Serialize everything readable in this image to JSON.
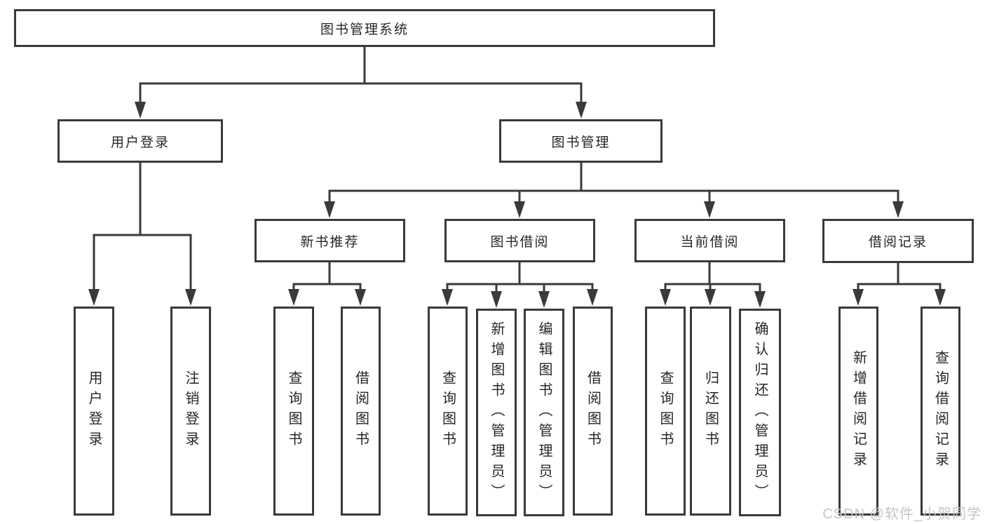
{
  "diagram": {
    "root": "图书管理系统",
    "user_login": {
      "label": "用户登录",
      "leaves": [
        "用户登录",
        "注销登录"
      ]
    },
    "book_mgmt": {
      "label": "图书管理",
      "groups": [
        {
          "label": "新书推荐",
          "leaves": [
            "查询图书",
            "借阅图书"
          ]
        },
        {
          "label": "图书借阅",
          "leaves": [
            "查询图书",
            "新增图书（管理员）",
            "编辑图书（管理员）",
            "借阅图书"
          ]
        },
        {
          "label": "当前借阅",
          "leaves": [
            "查询图书",
            "归还图书",
            "确认归还（管理员）"
          ]
        },
        {
          "label": "借阅记录",
          "leaves": [
            "新增借阅记录",
            "查询借阅记录"
          ]
        }
      ]
    }
  },
  "watermark": "CSDN @软件_小贺同学",
  "colors": {
    "line": "#3a3a3a",
    "text": "#262626",
    "background": "#ffffff",
    "watermark": "#c9c3c3"
  }
}
